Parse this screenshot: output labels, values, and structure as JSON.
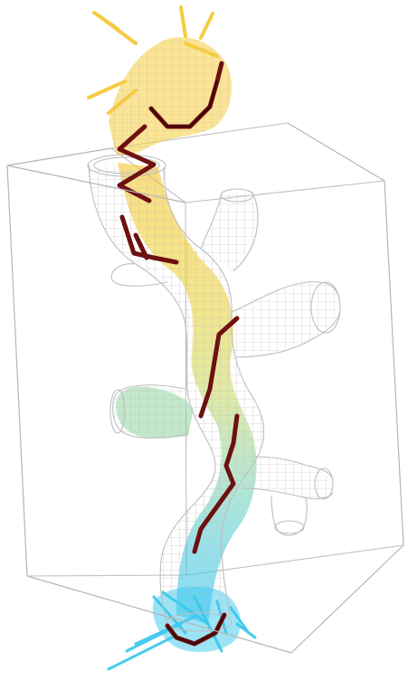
{
  "scene": {
    "description_free": true,
    "colors": {
      "background": "#ffffff",
      "bounding_box": "#b8b8b8",
      "tube_mesh": "#c4c4c4",
      "backbone": "#6e1010",
      "backbone_highlight": "#2a0505",
      "gradient_top": "#f6c21a",
      "gradient_mid": "#c8d040",
      "gradient_lower": "#7fcf9a",
      "gradient_bottom": "#22c2ee"
    },
    "icons": {
      "bounding_box": "cuboid-wireframe",
      "pore_surface": "branched-tube-wireframe",
      "molecule": "ligand-trajectory-sticks"
    }
  }
}
